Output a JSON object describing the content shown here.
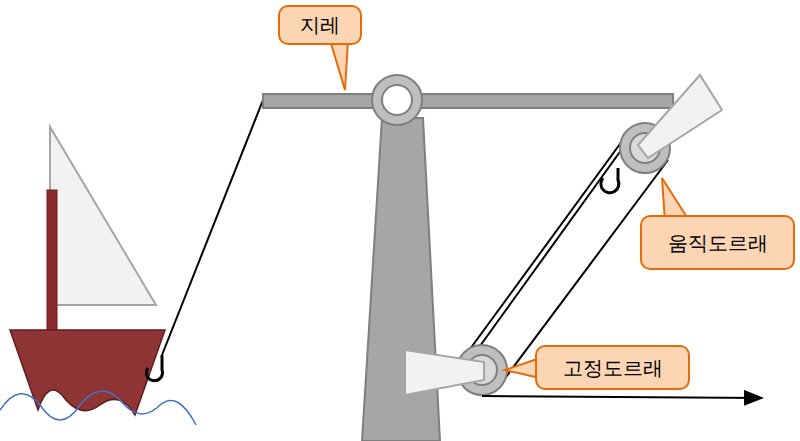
{
  "diagram": {
    "nodes": [
      {
        "text": [
          "지레"
        ]
      },
      {
        "text": [
          "움직도르래"
        ]
      },
      {
        "text": [
          "고정도르래"
        ]
      }
    ]
  }
}
